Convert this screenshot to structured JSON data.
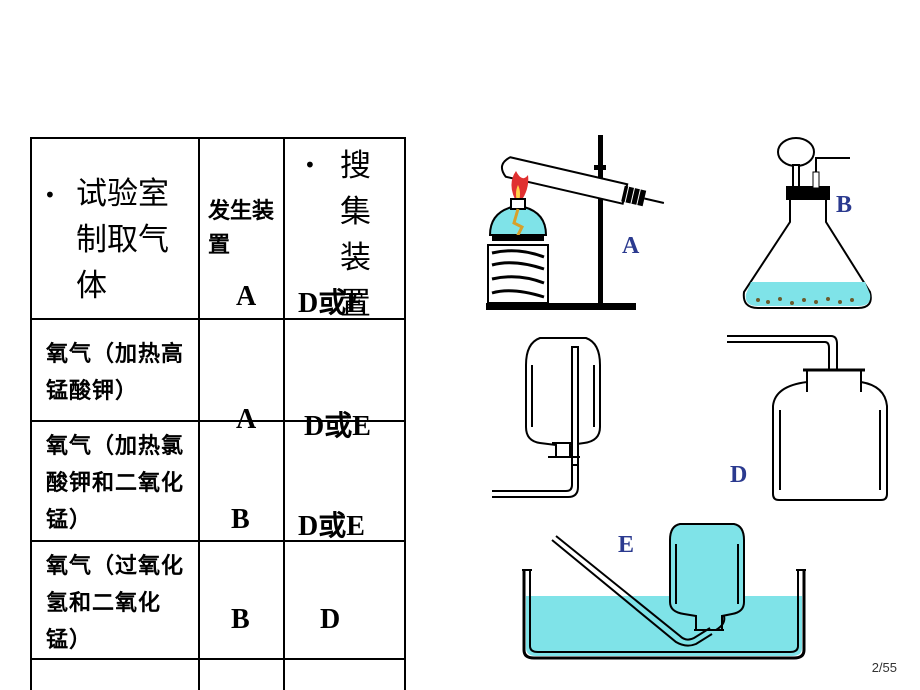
{
  "table": {
    "header": {
      "col1": "试验室制取气体",
      "col2": "发生装置",
      "col3": "搜集装置",
      "col2_value": "A",
      "col3_value": "D或E"
    },
    "rows": [
      {
        "gas": "氧气（加热高锰酸钾）",
        "gen": "A",
        "col": "D或E"
      },
      {
        "gas": "氧气（加热氯酸钾和二氧化锰）",
        "gen": "B",
        "col": "D或E"
      },
      {
        "gas": "氧气（过氧化氢和二氧化锰）",
        "gen": "B",
        "col": "D"
      }
    ]
  },
  "apparatus_labels": {
    "a": "A",
    "b": "B",
    "d": "D",
    "e": "E"
  },
  "page_number": "2/55",
  "colors": {
    "water": "#7fe3e8",
    "label": "#2b3a8f",
    "flame": "#e03030"
  }
}
